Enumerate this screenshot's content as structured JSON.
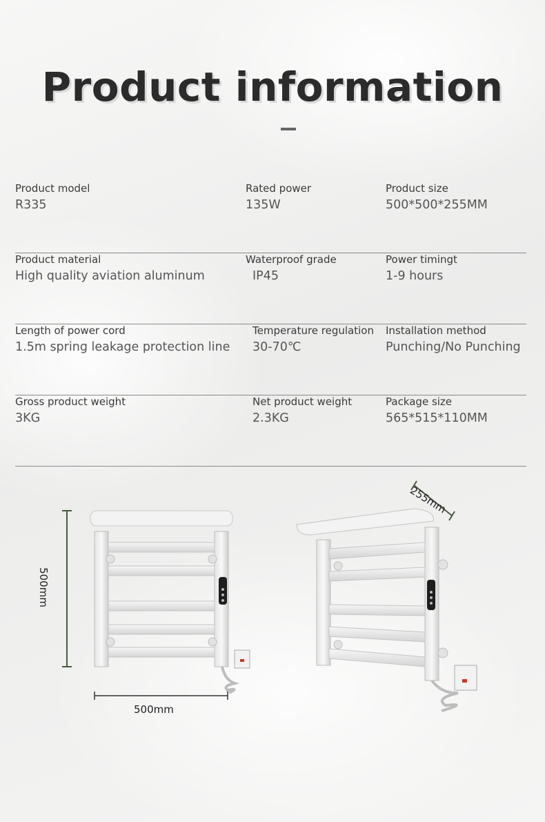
{
  "header": {
    "title": "Product information"
  },
  "specs": [
    [
      {
        "label": "Product model",
        "value": "R335"
      },
      {
        "label": "Rated power",
        "value": "135W"
      },
      {
        "label": "Product size",
        "value": "500*500*255MM"
      }
    ],
    [
      {
        "label": "Product material",
        "value": "High quality aviation aluminum"
      },
      {
        "label": "Waterproof grade",
        "value": "IP45"
      },
      {
        "label": "Power timingt",
        "value": "1-9 hours"
      }
    ],
    [
      {
        "label": "Length of power cord",
        "value": "1.5m spring leakage protection line"
      },
      {
        "label": "Temperature regulation",
        "value": "30-70℃"
      },
      {
        "label": "Installation method",
        "value": "Punching/No Punching"
      }
    ],
    [
      {
        "label": "Gross product weight",
        "value": "3KG"
      },
      {
        "label": "Net product weight",
        "value": "2.3KG"
      },
      {
        "label": "Package size",
        "value": "565*515*110MM"
      }
    ]
  ],
  "dimensions": {
    "height": "500mm",
    "width": "500mm",
    "depth": "255mm"
  },
  "colors": {
    "title": "#2b2b2b",
    "rack": "#f1f1f1",
    "dimension_line": "#4a5a3f"
  }
}
